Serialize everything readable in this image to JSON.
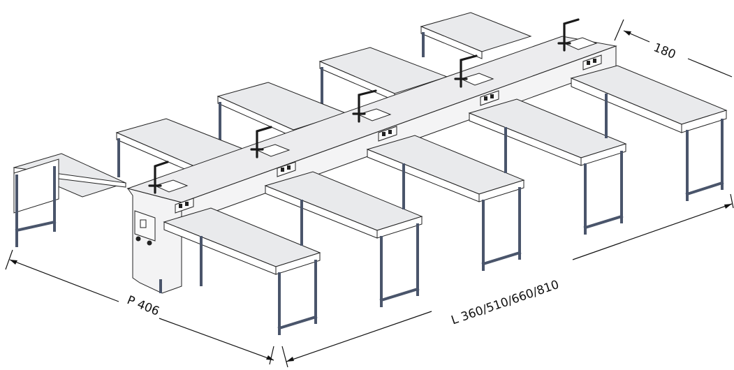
{
  "dimensions": {
    "width_label": "180",
    "depth_label": "P 406",
    "length_label": "L 360/510/660/810"
  },
  "colors": {
    "leg": "#4a556b",
    "top": "#e9eaec",
    "outline": "#222222"
  }
}
